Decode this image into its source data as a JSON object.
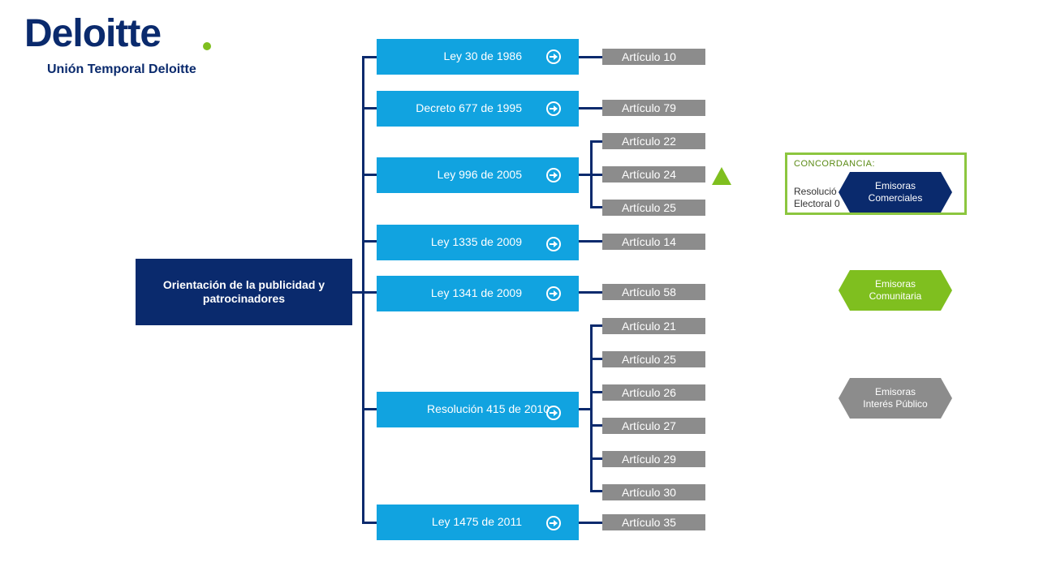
{
  "header": {
    "logo_text": "Deloitte",
    "subtitle": "Unión Temporal Deloitte"
  },
  "root": {
    "label": "Orientación de la publicidad y patrocinadores"
  },
  "laws": [
    {
      "label": "Ley 30 de 1986",
      "articles": [
        "Artículo 10"
      ]
    },
    {
      "label": "Decreto 677 de 1995",
      "articles": [
        "Artículo 79"
      ]
    },
    {
      "label": "Ley 996 de 2005",
      "articles": [
        "Artículo 22",
        "Artículo 24",
        "Artículo 25"
      ]
    },
    {
      "label": "Ley 1335 de 2009",
      "articles": [
        "Artículo 14"
      ]
    },
    {
      "label": "Ley 1341 de 2009",
      "articles": [
        "Artículo 58"
      ]
    },
    {
      "label": "Resolución 415 de 2010",
      "articles": [
        "Artículo 21",
        "Artículo 25",
        "Artículo 26",
        "Artículo 27",
        "Artículo 29",
        "Artículo 30"
      ]
    },
    {
      "label": "Ley 1475 de 2011",
      "articles": [
        "Artículo 35"
      ]
    }
  ],
  "concordancia": {
    "title": "CONCORDANCIA:",
    "body_line1": "Resolució",
    "body_line2": "Electoral 0"
  },
  "filters": [
    {
      "line1": "Emisoras",
      "line2": "Comerciales",
      "color": "#0a2a6d"
    },
    {
      "line1": "Emisoras",
      "line2": "Comunitaria",
      "color": "#7fbf1f"
    },
    {
      "line1": "Emisoras",
      "line2": "Interés Público",
      "color": "#8c8c8c"
    }
  ],
  "colors": {
    "navy": "#0a2a6d",
    "law_blue": "#11a3e0",
    "article_gray": "#8c8c8c",
    "accent_green": "#7fbf1f"
  },
  "icons": {
    "arrow": "arrow-right-circle-icon",
    "triangle": "up-triangle-icon"
  }
}
